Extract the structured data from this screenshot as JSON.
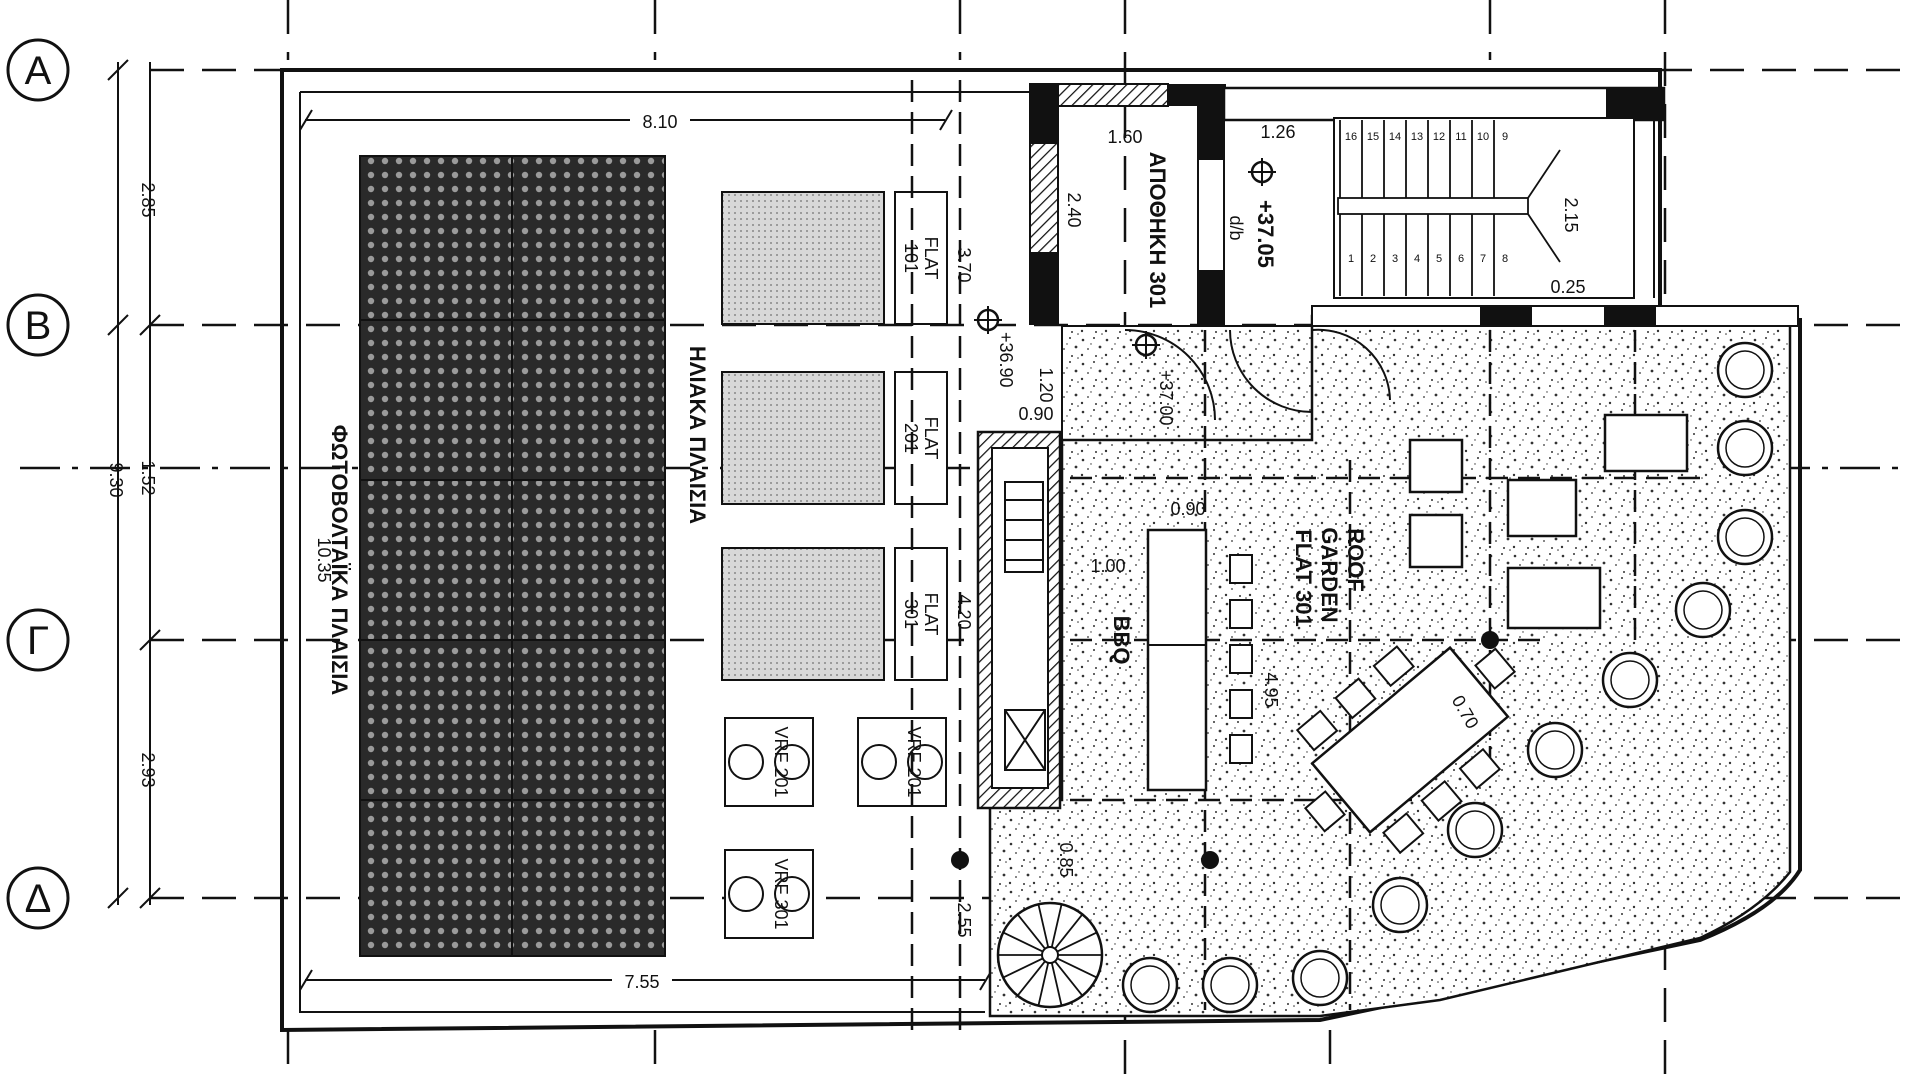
{
  "axes": [
    {
      "id": "A",
      "label": "Α"
    },
    {
      "id": "B",
      "label": "Β"
    },
    {
      "id": "G",
      "label": "Γ"
    },
    {
      "id": "D",
      "label": "Δ"
    }
  ],
  "vertical_dimensions": {
    "d1": "2.85",
    "d2": "1.52",
    "d3": "9.30",
    "d4": "2.93"
  },
  "dimensions": {
    "top_width": "8.10",
    "bottom_width": "7.55",
    "storage_width": "1.60",
    "storage_height": "2.40",
    "stair_width": "1.26",
    "stair_a": "2.15",
    "stair_b": "0.25",
    "collector_run": "3.70",
    "panel_run": "4.20",
    "lower_run": "2.55",
    "grid_a": "0.90",
    "grid_b": "0.90",
    "grid_c": "1.00",
    "grid_d": "0.85",
    "grid_e": "4.95",
    "table": "0.70",
    "small": "1.20"
  },
  "elevations": {
    "stair_top": "+37.05",
    "level_1": "+36.90",
    "level_2": "+37.00"
  },
  "labels": {
    "pv_panels": "ΦΩΤΟΒΟΛΤΑΪΚΑ ΠΛΑΙΣΙΑ",
    "pv_dim": "10.35",
    "solar_panels": "ΗΛΙΑΚΑ ΠΛΑΙΣΙΑ",
    "flat_top": "FLAT",
    "flat_top_num": "101",
    "flat_mid": "FLAT",
    "flat_mid_num": "201",
    "flat_bot": "FLAT",
    "flat_bot_num": "301",
    "vrf1": "VRF 201",
    "vrf2": "VRF 201",
    "vrf3": "VRF 301",
    "storage": "ΑΠΟΘΗΚΗ 301",
    "db": "d/b",
    "bbq": "BBQ",
    "roof_garden_1": "ROOF",
    "roof_garden_2": "GARDEN",
    "roof_garden_3": "FLAT 301"
  },
  "stair_numbers": [
    "16",
    "15",
    "14",
    "13",
    "12",
    "11",
    "10",
    "9",
    "8",
    "7",
    "6",
    "5",
    "4",
    "3",
    "2",
    "1"
  ]
}
